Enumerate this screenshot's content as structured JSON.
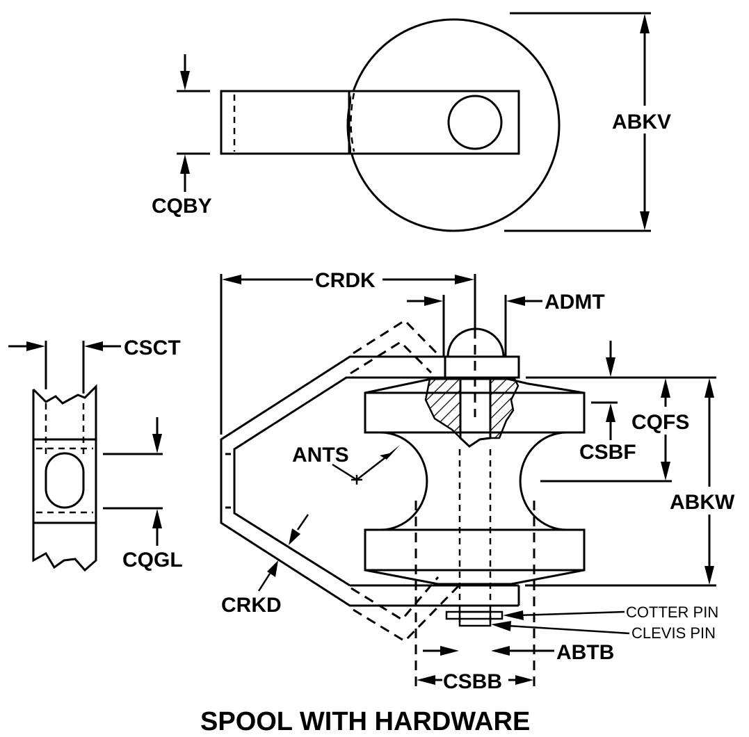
{
  "title": "SPOOL WITH HARDWARE",
  "dimensions": {
    "cqby": "CQBY",
    "abkv": "ABKV",
    "csct": "CSCT",
    "cqgl": "CQGL",
    "crdk": "CRDK",
    "admt": "ADMT",
    "cqfs": "CQFS",
    "csbf": "CSBF",
    "ants": "ANTS",
    "abkw": "ABKW",
    "crkd": "CRKD",
    "abtb": "ABTB",
    "csbb": "CSBB"
  },
  "callouts": {
    "cotter_pin": "COTTER PIN",
    "clevis_pin": "CLEVIS PIN"
  },
  "colors": {
    "ink": "#000000",
    "paper": "#ffffff"
  }
}
